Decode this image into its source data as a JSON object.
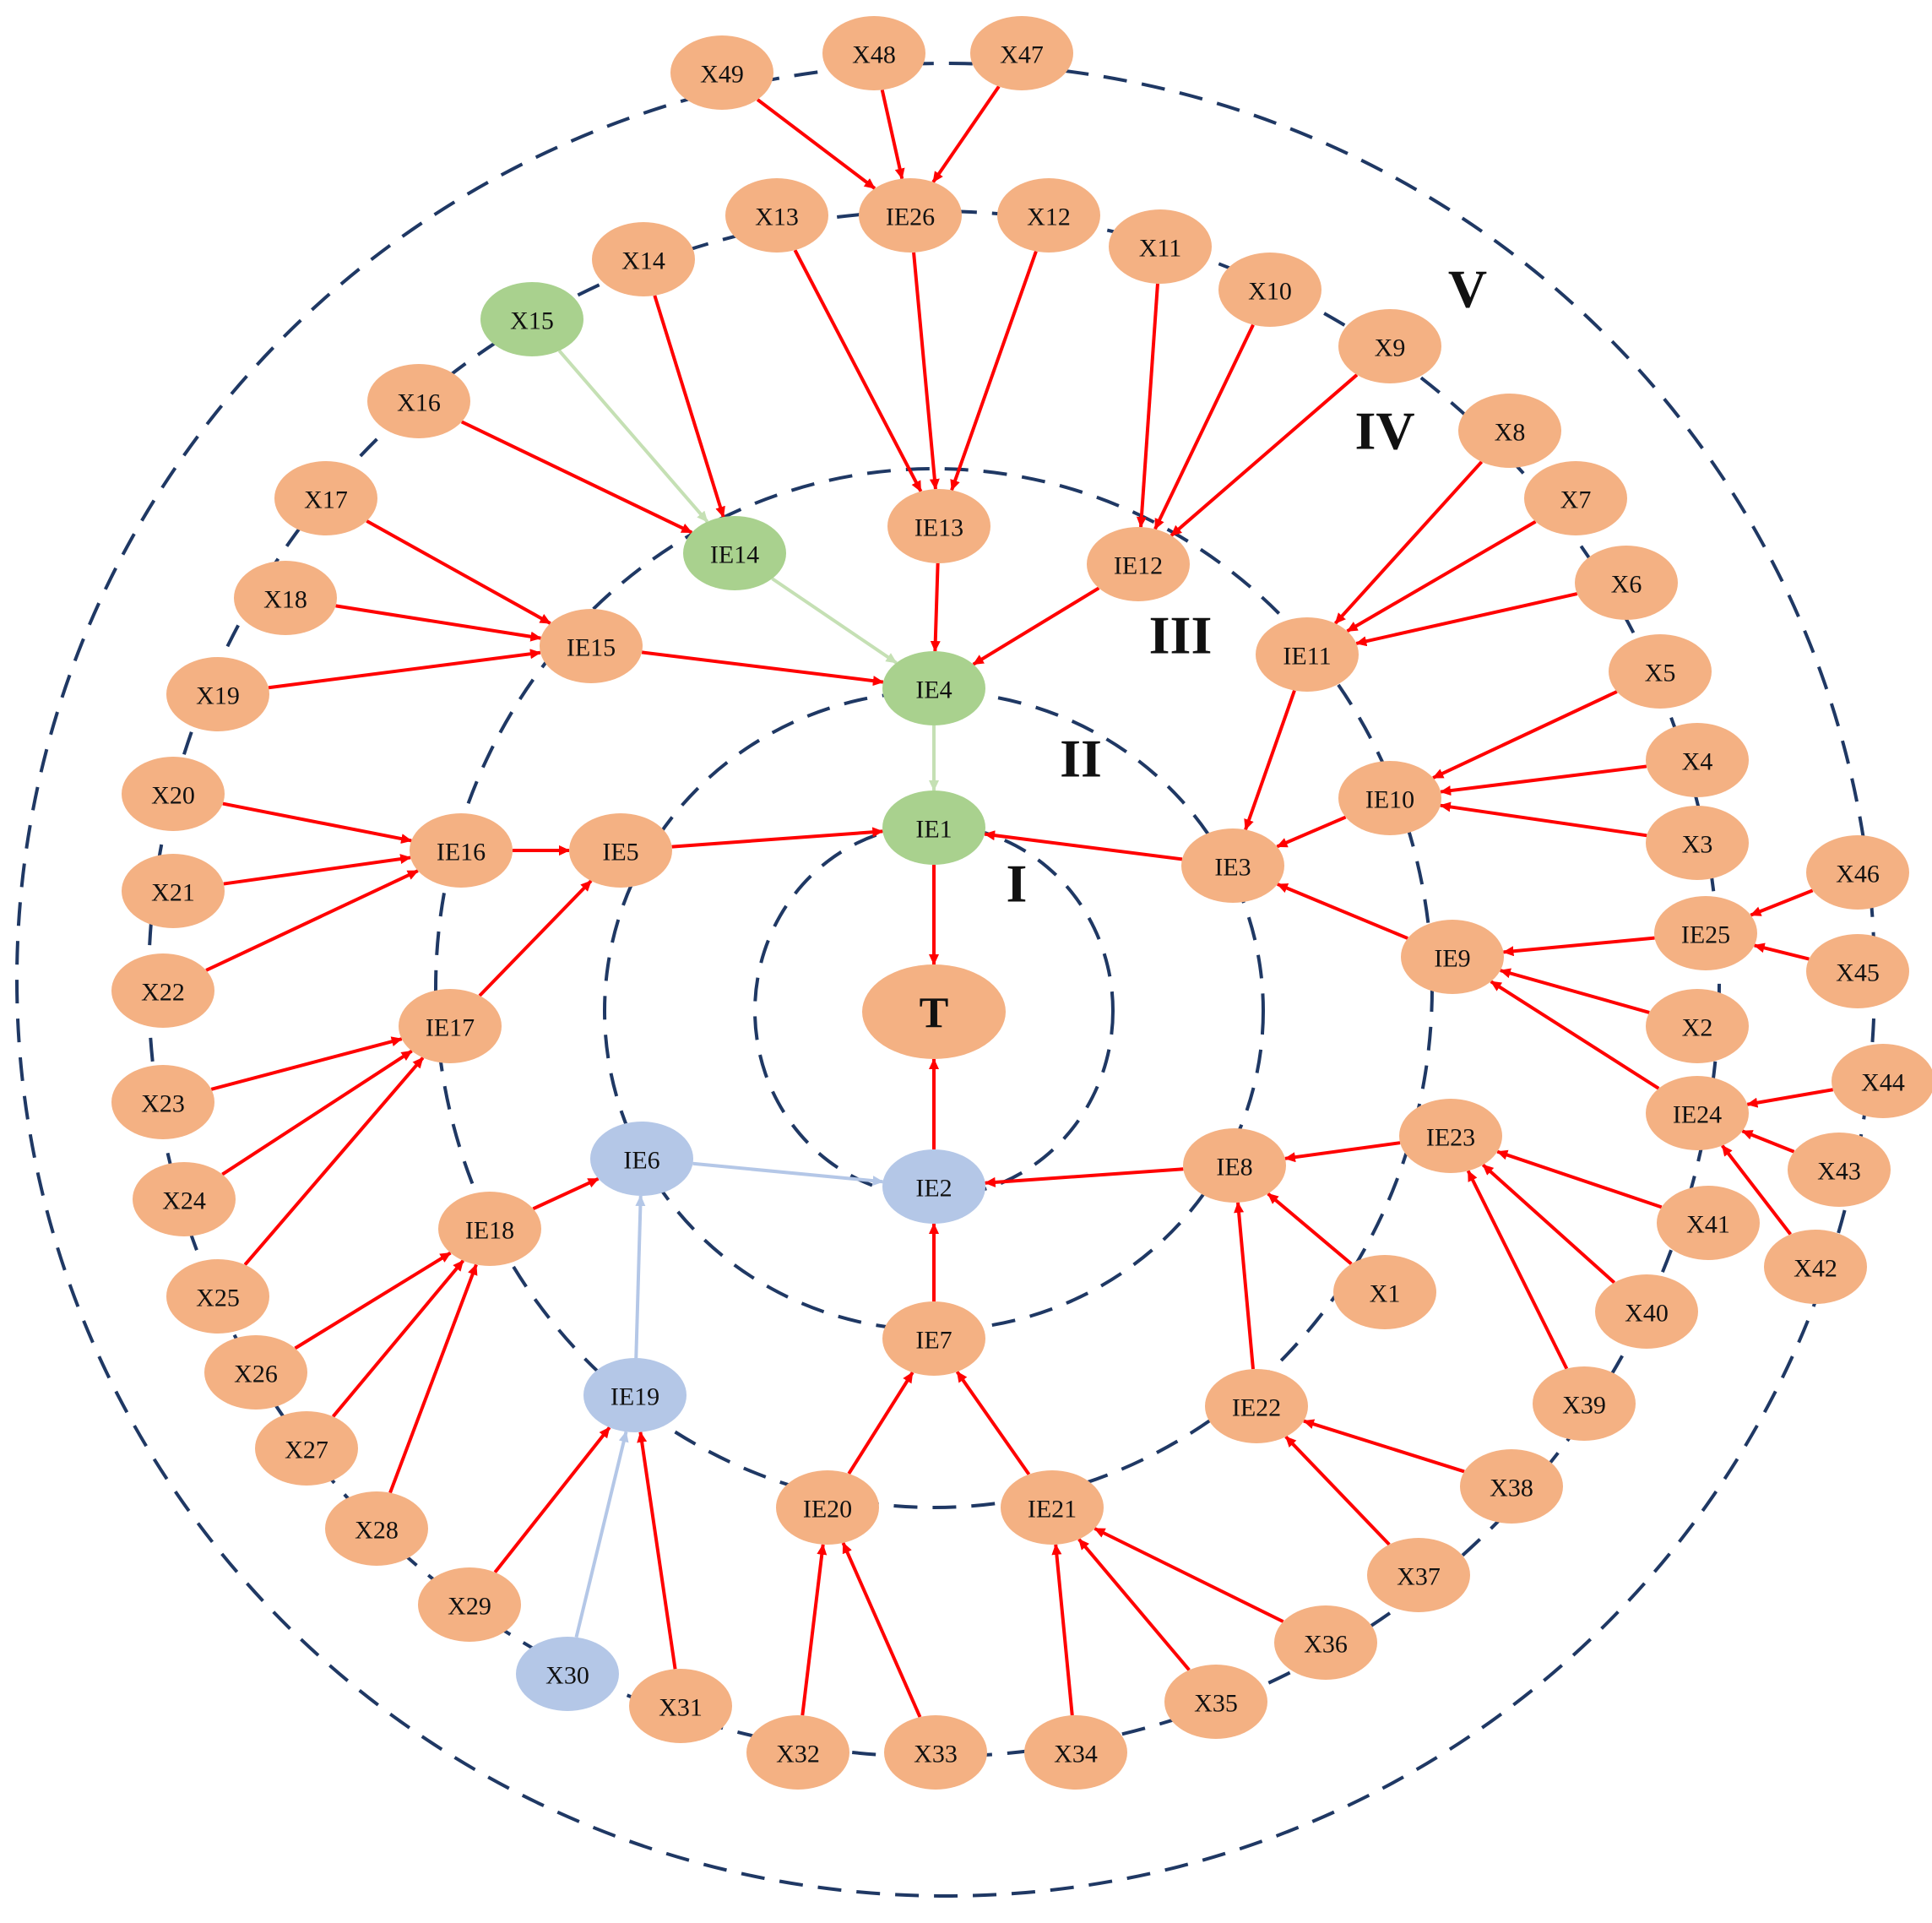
{
  "colors": {
    "node_orange": "#F4B183",
    "node_green": "#A9D18E",
    "node_blue": "#B4C7E7",
    "edge_red": "#FF0000",
    "edge_green": "#C5E0B4",
    "edge_blue": "#B4C7E7",
    "ring": "#1F3864"
  },
  "ring_labels": [
    "I",
    "II",
    "III",
    "IV",
    "V"
  ],
  "nodes": [
    {
      "id": "T",
      "label": "T",
      "color": "orange"
    },
    {
      "id": "IE1",
      "label": "IE1",
      "color": "green"
    },
    {
      "id": "IE2",
      "label": "IE2",
      "color": "blue"
    },
    {
      "id": "IE3",
      "label": "IE3",
      "color": "orange"
    },
    {
      "id": "IE4",
      "label": "IE4",
      "color": "green"
    },
    {
      "id": "IE5",
      "label": "IE5",
      "color": "orange"
    },
    {
      "id": "IE6",
      "label": "IE6",
      "color": "blue"
    },
    {
      "id": "IE7",
      "label": "IE7",
      "color": "orange"
    },
    {
      "id": "IE8",
      "label": "IE8",
      "color": "orange"
    },
    {
      "id": "IE9",
      "label": "IE9",
      "color": "orange"
    },
    {
      "id": "IE10",
      "label": "IE10",
      "color": "orange"
    },
    {
      "id": "IE11",
      "label": "IE11",
      "color": "orange"
    },
    {
      "id": "IE12",
      "label": "IE12",
      "color": "orange"
    },
    {
      "id": "IE13",
      "label": "IE13",
      "color": "orange"
    },
    {
      "id": "IE14",
      "label": "IE14",
      "color": "green"
    },
    {
      "id": "IE15",
      "label": "IE15",
      "color": "orange"
    },
    {
      "id": "IE16",
      "label": "IE16",
      "color": "orange"
    },
    {
      "id": "IE17",
      "label": "IE17",
      "color": "orange"
    },
    {
      "id": "IE18",
      "label": "IE18",
      "color": "orange"
    },
    {
      "id": "IE19",
      "label": "IE19",
      "color": "blue"
    },
    {
      "id": "IE20",
      "label": "IE20",
      "color": "orange"
    },
    {
      "id": "IE21",
      "label": "IE21",
      "color": "orange"
    },
    {
      "id": "IE22",
      "label": "IE22",
      "color": "orange"
    },
    {
      "id": "IE23",
      "label": "IE23",
      "color": "orange"
    },
    {
      "id": "IE24",
      "label": "IE24",
      "color": "orange"
    },
    {
      "id": "IE25",
      "label": "IE25",
      "color": "orange"
    },
    {
      "id": "IE26",
      "label": "IE26",
      "color": "orange"
    },
    {
      "id": "X1",
      "label": "X1",
      "color": "orange"
    },
    {
      "id": "X2",
      "label": "X2",
      "color": "orange"
    },
    {
      "id": "X3",
      "label": "X3",
      "color": "orange"
    },
    {
      "id": "X4",
      "label": "X4",
      "color": "orange"
    },
    {
      "id": "X5",
      "label": "X5",
      "color": "orange"
    },
    {
      "id": "X6",
      "label": "X6",
      "color": "orange"
    },
    {
      "id": "X7",
      "label": "X7",
      "color": "orange"
    },
    {
      "id": "X8",
      "label": "X8",
      "color": "orange"
    },
    {
      "id": "X9",
      "label": "X9",
      "color": "orange"
    },
    {
      "id": "X10",
      "label": "X10",
      "color": "orange"
    },
    {
      "id": "X11",
      "label": "X11",
      "color": "orange"
    },
    {
      "id": "X12",
      "label": "X12",
      "color": "orange"
    },
    {
      "id": "X13",
      "label": "X13",
      "color": "orange"
    },
    {
      "id": "X14",
      "label": "X14",
      "color": "orange"
    },
    {
      "id": "X15",
      "label": "X15",
      "color": "green"
    },
    {
      "id": "X16",
      "label": "X16",
      "color": "orange"
    },
    {
      "id": "X17",
      "label": "X17",
      "color": "orange"
    },
    {
      "id": "X18",
      "label": "X18",
      "color": "orange"
    },
    {
      "id": "X19",
      "label": "X19",
      "color": "orange"
    },
    {
      "id": "X20",
      "label": "X20",
      "color": "orange"
    },
    {
      "id": "X21",
      "label": "X21",
      "color": "orange"
    },
    {
      "id": "X22",
      "label": "X22",
      "color": "orange"
    },
    {
      "id": "X23",
      "label": "X23",
      "color": "orange"
    },
    {
      "id": "X24",
      "label": "X24",
      "color": "orange"
    },
    {
      "id": "X25",
      "label": "X25",
      "color": "orange"
    },
    {
      "id": "X26",
      "label": "X26",
      "color": "orange"
    },
    {
      "id": "X27",
      "label": "X27",
      "color": "orange"
    },
    {
      "id": "X28",
      "label": "X28",
      "color": "orange"
    },
    {
      "id": "X29",
      "label": "X29",
      "color": "orange"
    },
    {
      "id": "X30",
      "label": "X30",
      "color": "blue"
    },
    {
      "id": "X31",
      "label": "X31",
      "color": "orange"
    },
    {
      "id": "X32",
      "label": "X32",
      "color": "orange"
    },
    {
      "id": "X33",
      "label": "X33",
      "color": "orange"
    },
    {
      "id": "X34",
      "label": "X34",
      "color": "orange"
    },
    {
      "id": "X35",
      "label": "X35",
      "color": "orange"
    },
    {
      "id": "X36",
      "label": "X36",
      "color": "orange"
    },
    {
      "id": "X37",
      "label": "X37",
      "color": "orange"
    },
    {
      "id": "X38",
      "label": "X38",
      "color": "orange"
    },
    {
      "id": "X39",
      "label": "X39",
      "color": "orange"
    },
    {
      "id": "X40",
      "label": "X40",
      "color": "orange"
    },
    {
      "id": "X41",
      "label": "X41",
      "color": "orange"
    },
    {
      "id": "X42",
      "label": "X42",
      "color": "orange"
    },
    {
      "id": "X43",
      "label": "X43",
      "color": "orange"
    },
    {
      "id": "X44",
      "label": "X44",
      "color": "orange"
    },
    {
      "id": "X45",
      "label": "X45",
      "color": "orange"
    },
    {
      "id": "X46",
      "label": "X46",
      "color": "orange"
    },
    {
      "id": "X47",
      "label": "X47",
      "color": "orange"
    },
    {
      "id": "X48",
      "label": "X48",
      "color": "orange"
    },
    {
      "id": "X49",
      "label": "X49",
      "color": "orange"
    }
  ],
  "edges": [
    {
      "from": "IE1",
      "to": "T",
      "color": "red"
    },
    {
      "from": "IE2",
      "to": "T",
      "color": "red"
    },
    {
      "from": "IE4",
      "to": "IE1",
      "color": "green"
    },
    {
      "from": "IE5",
      "to": "IE1",
      "color": "red"
    },
    {
      "from": "IE3",
      "to": "IE1",
      "color": "red"
    },
    {
      "from": "IE6",
      "to": "IE2",
      "color": "blue"
    },
    {
      "from": "IE8",
      "to": "IE2",
      "color": "red"
    },
    {
      "from": "IE7",
      "to": "IE2",
      "color": "red"
    },
    {
      "from": "IE13",
      "to": "IE4",
      "color": "red"
    },
    {
      "from": "IE14",
      "to": "IE4",
      "color": "green"
    },
    {
      "from": "IE15",
      "to": "IE4",
      "color": "red"
    },
    {
      "from": "IE12",
      "to": "IE4",
      "color": "red"
    },
    {
      "from": "IE16",
      "to": "IE5",
      "color": "red"
    },
    {
      "from": "IE17",
      "to": "IE5",
      "color": "red"
    },
    {
      "from": "IE11",
      "to": "IE3",
      "color": "red"
    },
    {
      "from": "IE10",
      "to": "IE3",
      "color": "red"
    },
    {
      "from": "IE9",
      "to": "IE3",
      "color": "red"
    },
    {
      "from": "IE18",
      "to": "IE6",
      "color": "red"
    },
    {
      "from": "IE19",
      "to": "IE6",
      "color": "blue"
    },
    {
      "from": "IE20",
      "to": "IE7",
      "color": "red"
    },
    {
      "from": "IE21",
      "to": "IE7",
      "color": "red"
    },
    {
      "from": "IE23",
      "to": "IE8",
      "color": "red"
    },
    {
      "from": "IE22",
      "to": "IE8",
      "color": "red"
    },
    {
      "from": "X1",
      "to": "IE8",
      "color": "red"
    },
    {
      "from": "IE26",
      "to": "IE13",
      "color": "red"
    },
    {
      "from": "X13",
      "to": "IE13",
      "color": "red"
    },
    {
      "from": "X12",
      "to": "IE13",
      "color": "red"
    },
    {
      "from": "X14",
      "to": "IE14",
      "color": "red"
    },
    {
      "from": "X15",
      "to": "IE14",
      "color": "green"
    },
    {
      "from": "X16",
      "to": "IE14",
      "color": "red"
    },
    {
      "from": "X17",
      "to": "IE15",
      "color": "red"
    },
    {
      "from": "X18",
      "to": "IE15",
      "color": "red"
    },
    {
      "from": "X19",
      "to": "IE15",
      "color": "red"
    },
    {
      "from": "X11",
      "to": "IE12",
      "color": "red"
    },
    {
      "from": "X10",
      "to": "IE12",
      "color": "red"
    },
    {
      "from": "X9",
      "to": "IE12",
      "color": "red"
    },
    {
      "from": "X8",
      "to": "IE11",
      "color": "red"
    },
    {
      "from": "X7",
      "to": "IE11",
      "color": "red"
    },
    {
      "from": "X6",
      "to": "IE11",
      "color": "red"
    },
    {
      "from": "X5",
      "to": "IE10",
      "color": "red"
    },
    {
      "from": "X4",
      "to": "IE10",
      "color": "red"
    },
    {
      "from": "X3",
      "to": "IE10",
      "color": "red"
    },
    {
      "from": "IE25",
      "to": "IE9",
      "color": "red"
    },
    {
      "from": "X2",
      "to": "IE9",
      "color": "red"
    },
    {
      "from": "IE24",
      "to": "IE9",
      "color": "red"
    },
    {
      "from": "X46",
      "to": "IE25",
      "color": "red"
    },
    {
      "from": "X45",
      "to": "IE25",
      "color": "red"
    },
    {
      "from": "X44",
      "to": "IE24",
      "color": "red"
    },
    {
      "from": "X43",
      "to": "IE24",
      "color": "red"
    },
    {
      "from": "X42",
      "to": "IE24",
      "color": "red"
    },
    {
      "from": "X41",
      "to": "IE23",
      "color": "red"
    },
    {
      "from": "X40",
      "to": "IE23",
      "color": "red"
    },
    {
      "from": "X39",
      "to": "IE23",
      "color": "red"
    },
    {
      "from": "X38",
      "to": "IE22",
      "color": "red"
    },
    {
      "from": "X37",
      "to": "IE22",
      "color": "red"
    },
    {
      "from": "X36",
      "to": "IE21",
      "color": "red"
    },
    {
      "from": "X35",
      "to": "IE21",
      "color": "red"
    },
    {
      "from": "X34",
      "to": "IE21",
      "color": "red"
    },
    {
      "from": "X33",
      "to": "IE20",
      "color": "red"
    },
    {
      "from": "X32",
      "to": "IE20",
      "color": "red"
    },
    {
      "from": "X31",
      "to": "IE19",
      "color": "red"
    },
    {
      "from": "X30",
      "to": "IE19",
      "color": "blue"
    },
    {
      "from": "X29",
      "to": "IE19",
      "color": "red"
    },
    {
      "from": "X28",
      "to": "IE18",
      "color": "red"
    },
    {
      "from": "X27",
      "to": "IE18",
      "color": "red"
    },
    {
      "from": "X26",
      "to": "IE18",
      "color": "red"
    },
    {
      "from": "X25",
      "to": "IE17",
      "color": "red"
    },
    {
      "from": "X24",
      "to": "IE17",
      "color": "red"
    },
    {
      "from": "X23",
      "to": "IE17",
      "color": "red"
    },
    {
      "from": "X20",
      "to": "IE16",
      "color": "red"
    },
    {
      "from": "X21",
      "to": "IE16",
      "color": "red"
    },
    {
      "from": "X22",
      "to": "IE16",
      "color": "red"
    },
    {
      "from": "IE16",
      "to": "IE5",
      "color": "red"
    },
    {
      "from": "X49",
      "to": "IE26",
      "color": "red"
    },
    {
      "from": "X48",
      "to": "IE26",
      "color": "red"
    },
    {
      "from": "X47",
      "to": "IE26",
      "color": "red"
    }
  ]
}
